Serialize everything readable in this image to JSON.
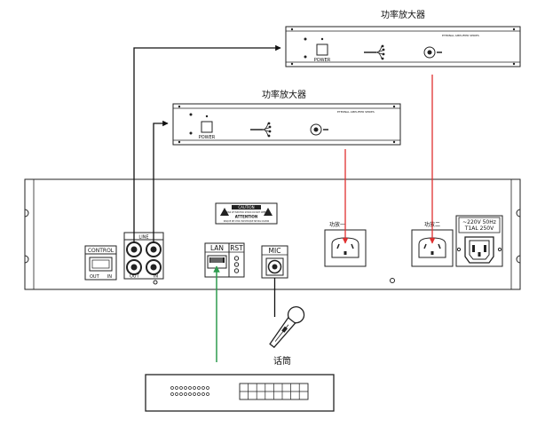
{
  "amplifiers": [
    {
      "title": "功率放大器",
      "brand": "ETERNAL AMPLIFIER SERIES",
      "button_label": "POWER"
    },
    {
      "title": "功率放大器",
      "brand": "ETERNAL AMPLIFIER SERIES",
      "button_label": "POWER"
    }
  ],
  "rear_panel": {
    "control_label": "CONTROL",
    "control_out": "OUT",
    "control_in": "IN",
    "line_label": "LINE",
    "line_out": "OUT",
    "line_in": "IN",
    "caution_title": "CAUTION",
    "caution_sub": "RISK OF ELECTRIC SHOCK DO NOT OPEN",
    "attention_title": "ATTENTION",
    "attention_sub": "RISQUE DE CHOC ELECTRIQUE NE PAS OUVRIR",
    "lan_label": "LAN",
    "rst_label": "RST",
    "mic_label": "MIC",
    "outlet1_label": "功放一",
    "outlet2_label": "功放二",
    "power_spec_line1": "~220V 50Hz",
    "power_spec_line2": "T1AL 250V"
  },
  "microphone_label": "话筒",
  "colors": {
    "line_signal": "#111111",
    "power_cable": "#e03030",
    "network_cable": "#2e9b4e"
  }
}
